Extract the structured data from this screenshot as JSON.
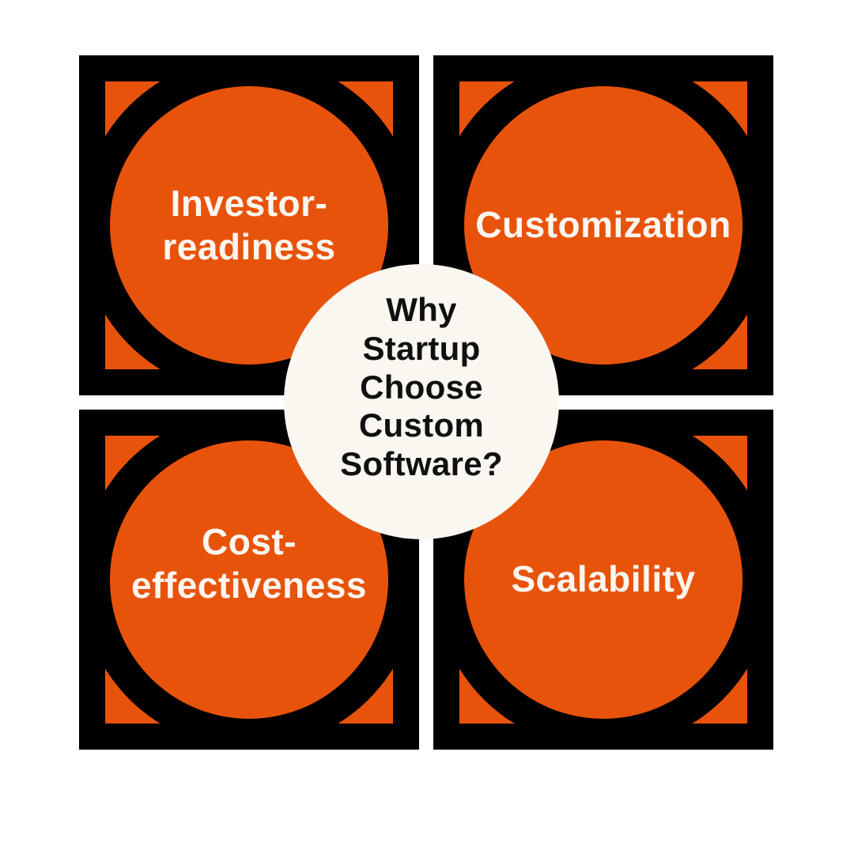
{
  "colors": {
    "accent_orange": "#E8530C",
    "black": "#000000",
    "center_circle_bg": "#FAF7F1",
    "label_text": "#FBF6EF",
    "center_text": "#101010",
    "page_background": "#FFFFFF"
  },
  "center_circle": {
    "text": "Why Startup Choose Custom Software?",
    "lines": [
      "Why",
      "Startup",
      "Choose",
      "Custom",
      "Software?"
    ]
  },
  "quadrants": [
    {
      "label": "Investor-readiness",
      "lines": [
        "Investor-",
        "readiness"
      ]
    },
    {
      "label": "Customization",
      "lines": [
        "Customization"
      ]
    },
    {
      "label": "Cost-effectiveness",
      "lines": [
        "Cost-",
        "effectiveness"
      ]
    },
    {
      "label": "Scalability",
      "lines": [
        "Scalability"
      ]
    }
  ]
}
